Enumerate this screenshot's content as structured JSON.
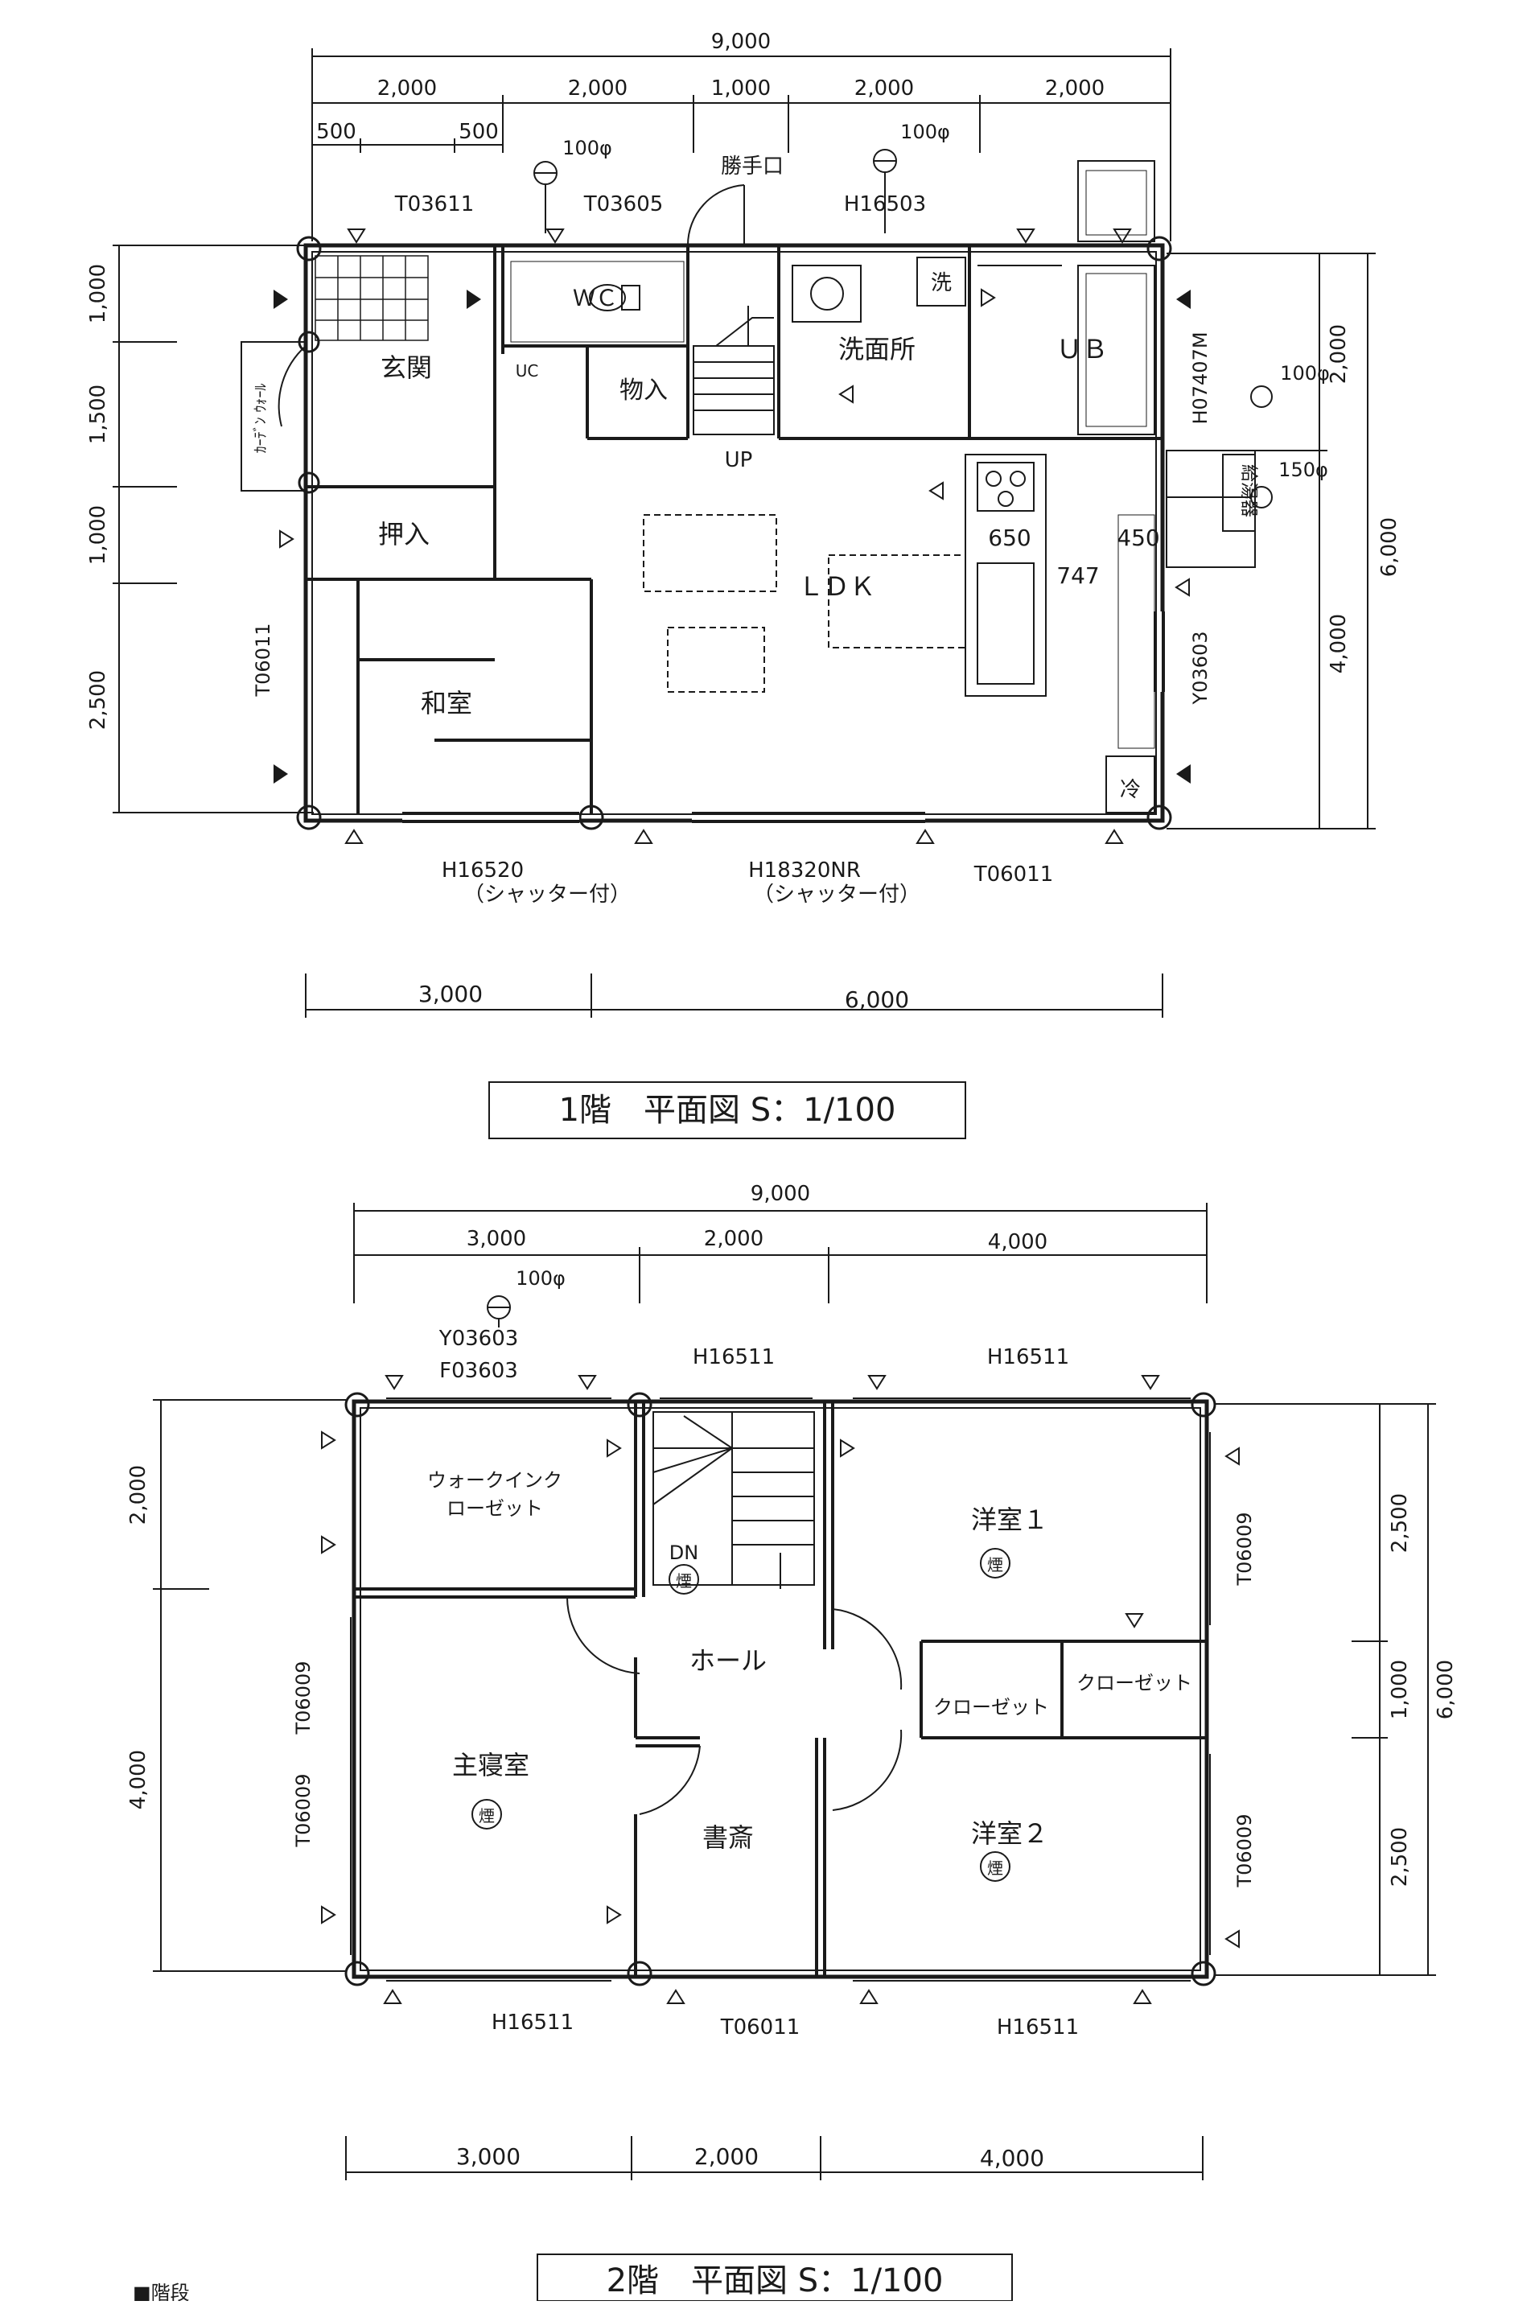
{
  "floor1": {
    "title": "1階　平面図 S：1/100",
    "dims_top": {
      "overall": "9,000",
      "segments": [
        "2,000",
        "2,000",
        "1,000",
        "2,000",
        "2,000"
      ],
      "sub_a": "500",
      "sub_b": "500"
    },
    "dims_bottom": [
      "3,000",
      "6,000"
    ],
    "dims_left": [
      "1,000",
      "1,500",
      "1,000",
      "2,500"
    ],
    "dims_right_inner": [
      "2,000",
      "4,000"
    ],
    "dims_right_outer": "6,000",
    "rooms": {
      "genkan": "玄関",
      "wc": "ＷＣ",
      "monoire": "物入",
      "senmen": "洗面所",
      "ub": "ＵＢ",
      "oshiire": "押入",
      "washitsu": "和室",
      "ldk": "ＬＤＫ",
      "sen": "洗",
      "rei": "冷",
      "katteguchi": "勝手口",
      "up": "UP",
      "uc": "UC"
    },
    "fittings": {
      "t03611": "T03611",
      "t03605": "T03605",
      "h16503": "H16503",
      "h07407m": "H07407M",
      "t06011_left": "T06011",
      "y03603": "Y03603",
      "h16520": "H16520",
      "h18320nr": "H18320NR",
      "t06011_bottom": "T06011",
      "shutter1": "（シャッター付）",
      "shutter2": "（シャッター付）",
      "dim650": "650",
      "dim747": "747",
      "dim450": "450",
      "kyuto": "給湯器"
    },
    "vents": {
      "v1": "100φ",
      "v2": "100φ",
      "v3": "100φ",
      "v4": "150φ"
    },
    "side_label": "ｶｰﾃﾞﾝ ｳｫｰﾙ"
  },
  "floor2": {
    "title": "2階　平面図 S：1/100",
    "dims_top": {
      "overall": "9,000",
      "segments": [
        "3,000",
        "2,000",
        "4,000"
      ]
    },
    "dims_bottom": [
      "3,000",
      "2,000",
      "4,000"
    ],
    "dims_left": [
      "2,000",
      "4,000"
    ],
    "dims_right_inner": [
      "2,500",
      "1,000",
      "2,500"
    ],
    "dims_right_outer": "6,000",
    "rooms": {
      "wic1": "ウォークインク",
      "wic2": "ローゼット",
      "yoshitsu1": "洋室１",
      "hall": "ホール",
      "shushin": "主寝室",
      "shosai": "書斎",
      "yoshitsu2": "洋室２",
      "closet1": "クローゼット",
      "closet2": "クローゼット",
      "dn": "DN",
      "smoke": "煙"
    },
    "fittings": {
      "y03603": "Y03603",
      "f03603": "F03603",
      "h16511_top1": "H16511",
      "h16511_top2": "H16511",
      "t06009_r1": "T06009",
      "t06009_r2": "T06009",
      "t06009_l1": "T06009",
      "t06009_l2": "T06009",
      "h16511_b1": "H16511",
      "t06011_b": "T06011",
      "h16511_b2": "H16511"
    },
    "vents": {
      "v1": "100φ"
    }
  },
  "footer_text": "■階段"
}
